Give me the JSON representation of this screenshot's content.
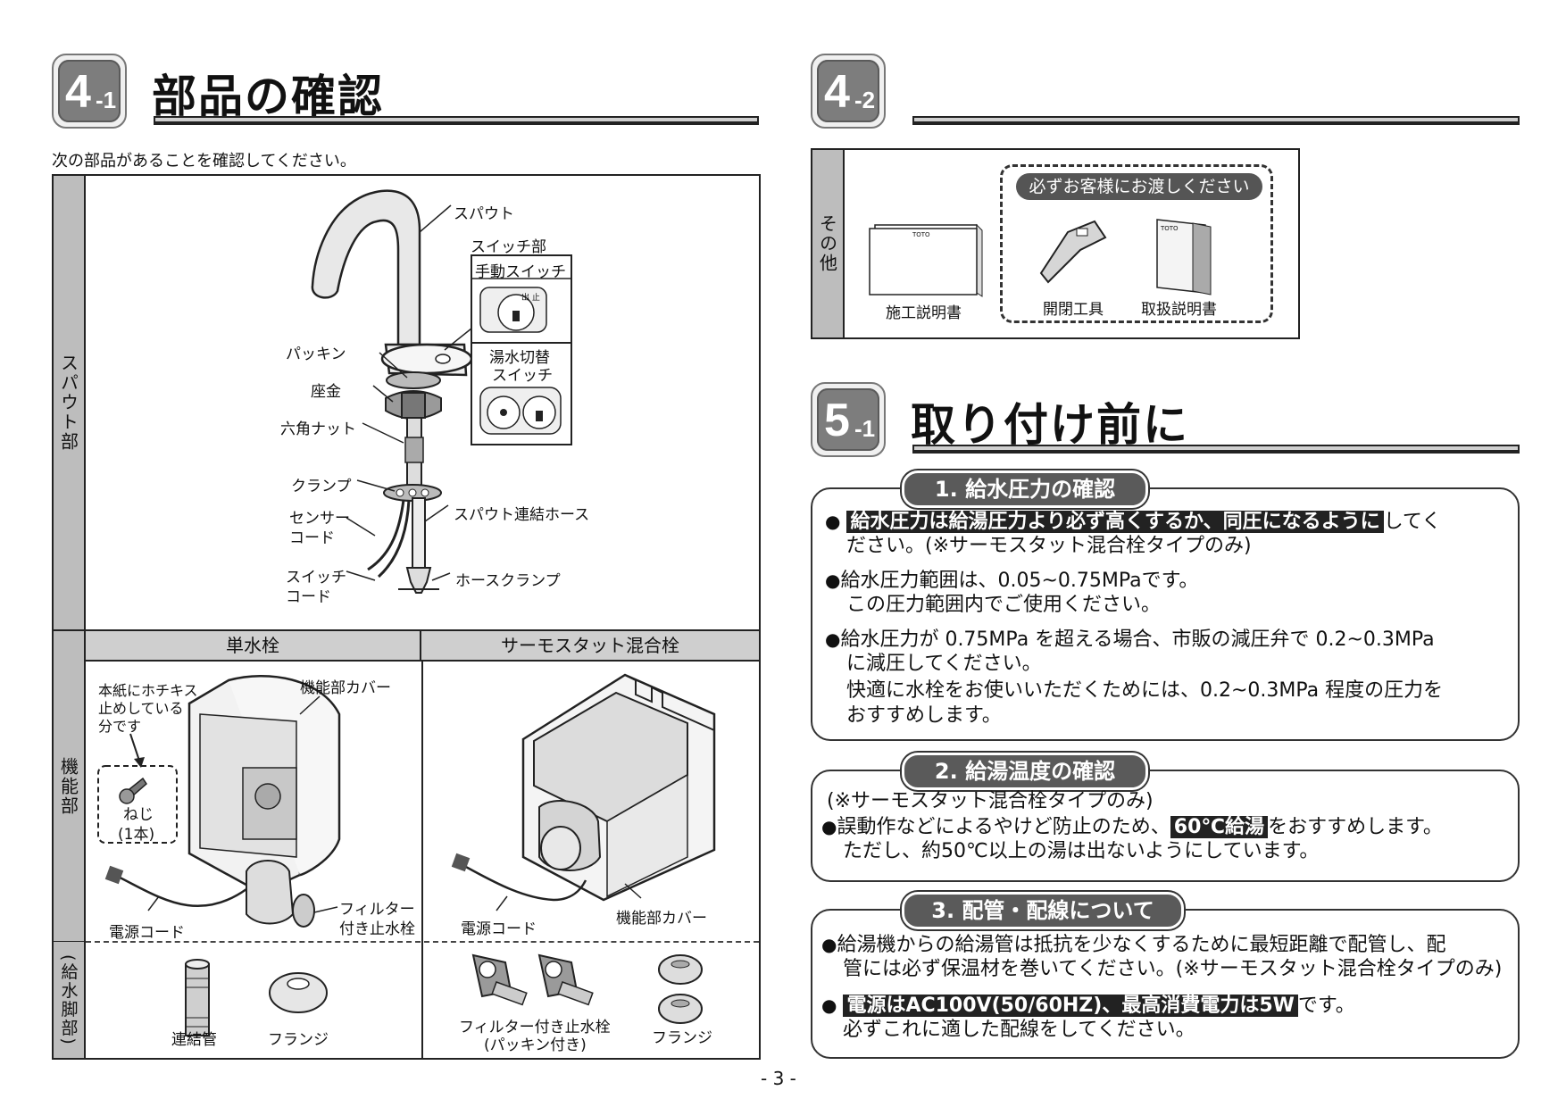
{
  "sec41": {
    "badge_main": "4",
    "badge_sub": "-1",
    "title": "部品の確認",
    "intro": "次の部品があることを確認してください。",
    "row_spout": "スパウト部",
    "row_function": "機能部",
    "row_feet": "(給水脚部)",
    "spout_labels": {
      "spout": "スパウト",
      "switch_part": "スイッチ部",
      "manual_switch": "手動スイッチ",
      "packing": "パッキン",
      "washer": "座金",
      "hex_nut": "六角ナット",
      "mix_switch_1": "湯水切替",
      "mix_switch_2": "スイッチ",
      "clamp": "クランプ",
      "sensor_cord_1": "センサー",
      "sensor_cord_2": "コード",
      "spout_hose": "スパウト連結ホース",
      "switch_cord_1": "スイッチ",
      "switch_cord_2": "コード",
      "hose_clamp": "ホースクランプ",
      "switch_mark": "出 止"
    },
    "col_single": "単水栓",
    "col_thermo": "サーモスタット混合栓",
    "func_labels": {
      "staple_note_1": "本紙にホチキス",
      "staple_note_2": "止めしている",
      "staple_note_3": "分です",
      "function_cover": "機能部カバー",
      "screw": "ねじ",
      "screw_qty": "(1本)",
      "power_cord": "電源コード",
      "filter_valve_1": "フィルター",
      "filter_valve_2": "付き止水栓",
      "power_cord_2": "電源コード",
      "function_cover_2": "機能部カバー"
    },
    "feet_labels": {
      "connect_pipe": "連結管",
      "flange": "フランジ",
      "filter_valve_1": "フィルター付き止水栓",
      "filter_valve_2": "(パッキン付き)",
      "flange_2": "フランジ"
    }
  },
  "sec42": {
    "badge_main": "4",
    "badge_sub": "-2",
    "row_other": "その他",
    "must_hand": "必ずお客様にお渡しください",
    "install_manual": "施工説明書",
    "tool": "開閉工具",
    "user_manual": "取扱説明書",
    "brand": "TOTO"
  },
  "sec51": {
    "badge_main": "5",
    "badge_sub": "-1",
    "title": "取り付け前に",
    "b1": {
      "heading": "1. 給水圧力の確認",
      "p1_hl": "給水圧力は給湯圧力より必ず高くするか、同圧になるように",
      "p1_rest": "してく",
      "p1_line2": "ださい。(※サーモスタット混合栓タイプのみ)",
      "p2_line1": "給水圧力範囲は、0.05~0.75MPaです。",
      "p2_line2": "この圧力範囲内でご使用ください。",
      "p3_line1": "給水圧力が 0.75MPa を超える場合、市販の減圧弁で 0.2~0.3MPa",
      "p3_line2": "に減圧してください。",
      "p3_line3": "快適に水栓をお使いいただくためには、0.2~0.3MPa 程度の圧力を",
      "p3_line4": "おすすめします。"
    },
    "b2": {
      "heading": "2. 給湯温度の確認",
      "note": "(※サーモスタット混合栓タイプのみ)",
      "p1_pre": "誤動作などによるやけど防止のため、",
      "p1_hl": "60℃給湯",
      "p1_post": "をおすすめします。",
      "p1_line2": "ただし、約50℃以上の湯は出ないようにしています。"
    },
    "b3": {
      "heading": "3. 配管・配線について",
      "p1_line1": "給湯機からの給湯管は抵抗を少なくするために最短距離で配管し、配",
      "p1_line2": "管には必ず保温材を巻いてください。(※サーモスタット混合栓タイプのみ)",
      "p2_hl": "電源はAC100V(50/60HZ)、最高消費電力は5W",
      "p2_rest": "です。",
      "p2_line2": "必ずこれに適した配線をしてください。"
    },
    "bullet": "●"
  },
  "page_number": "- 3 -"
}
